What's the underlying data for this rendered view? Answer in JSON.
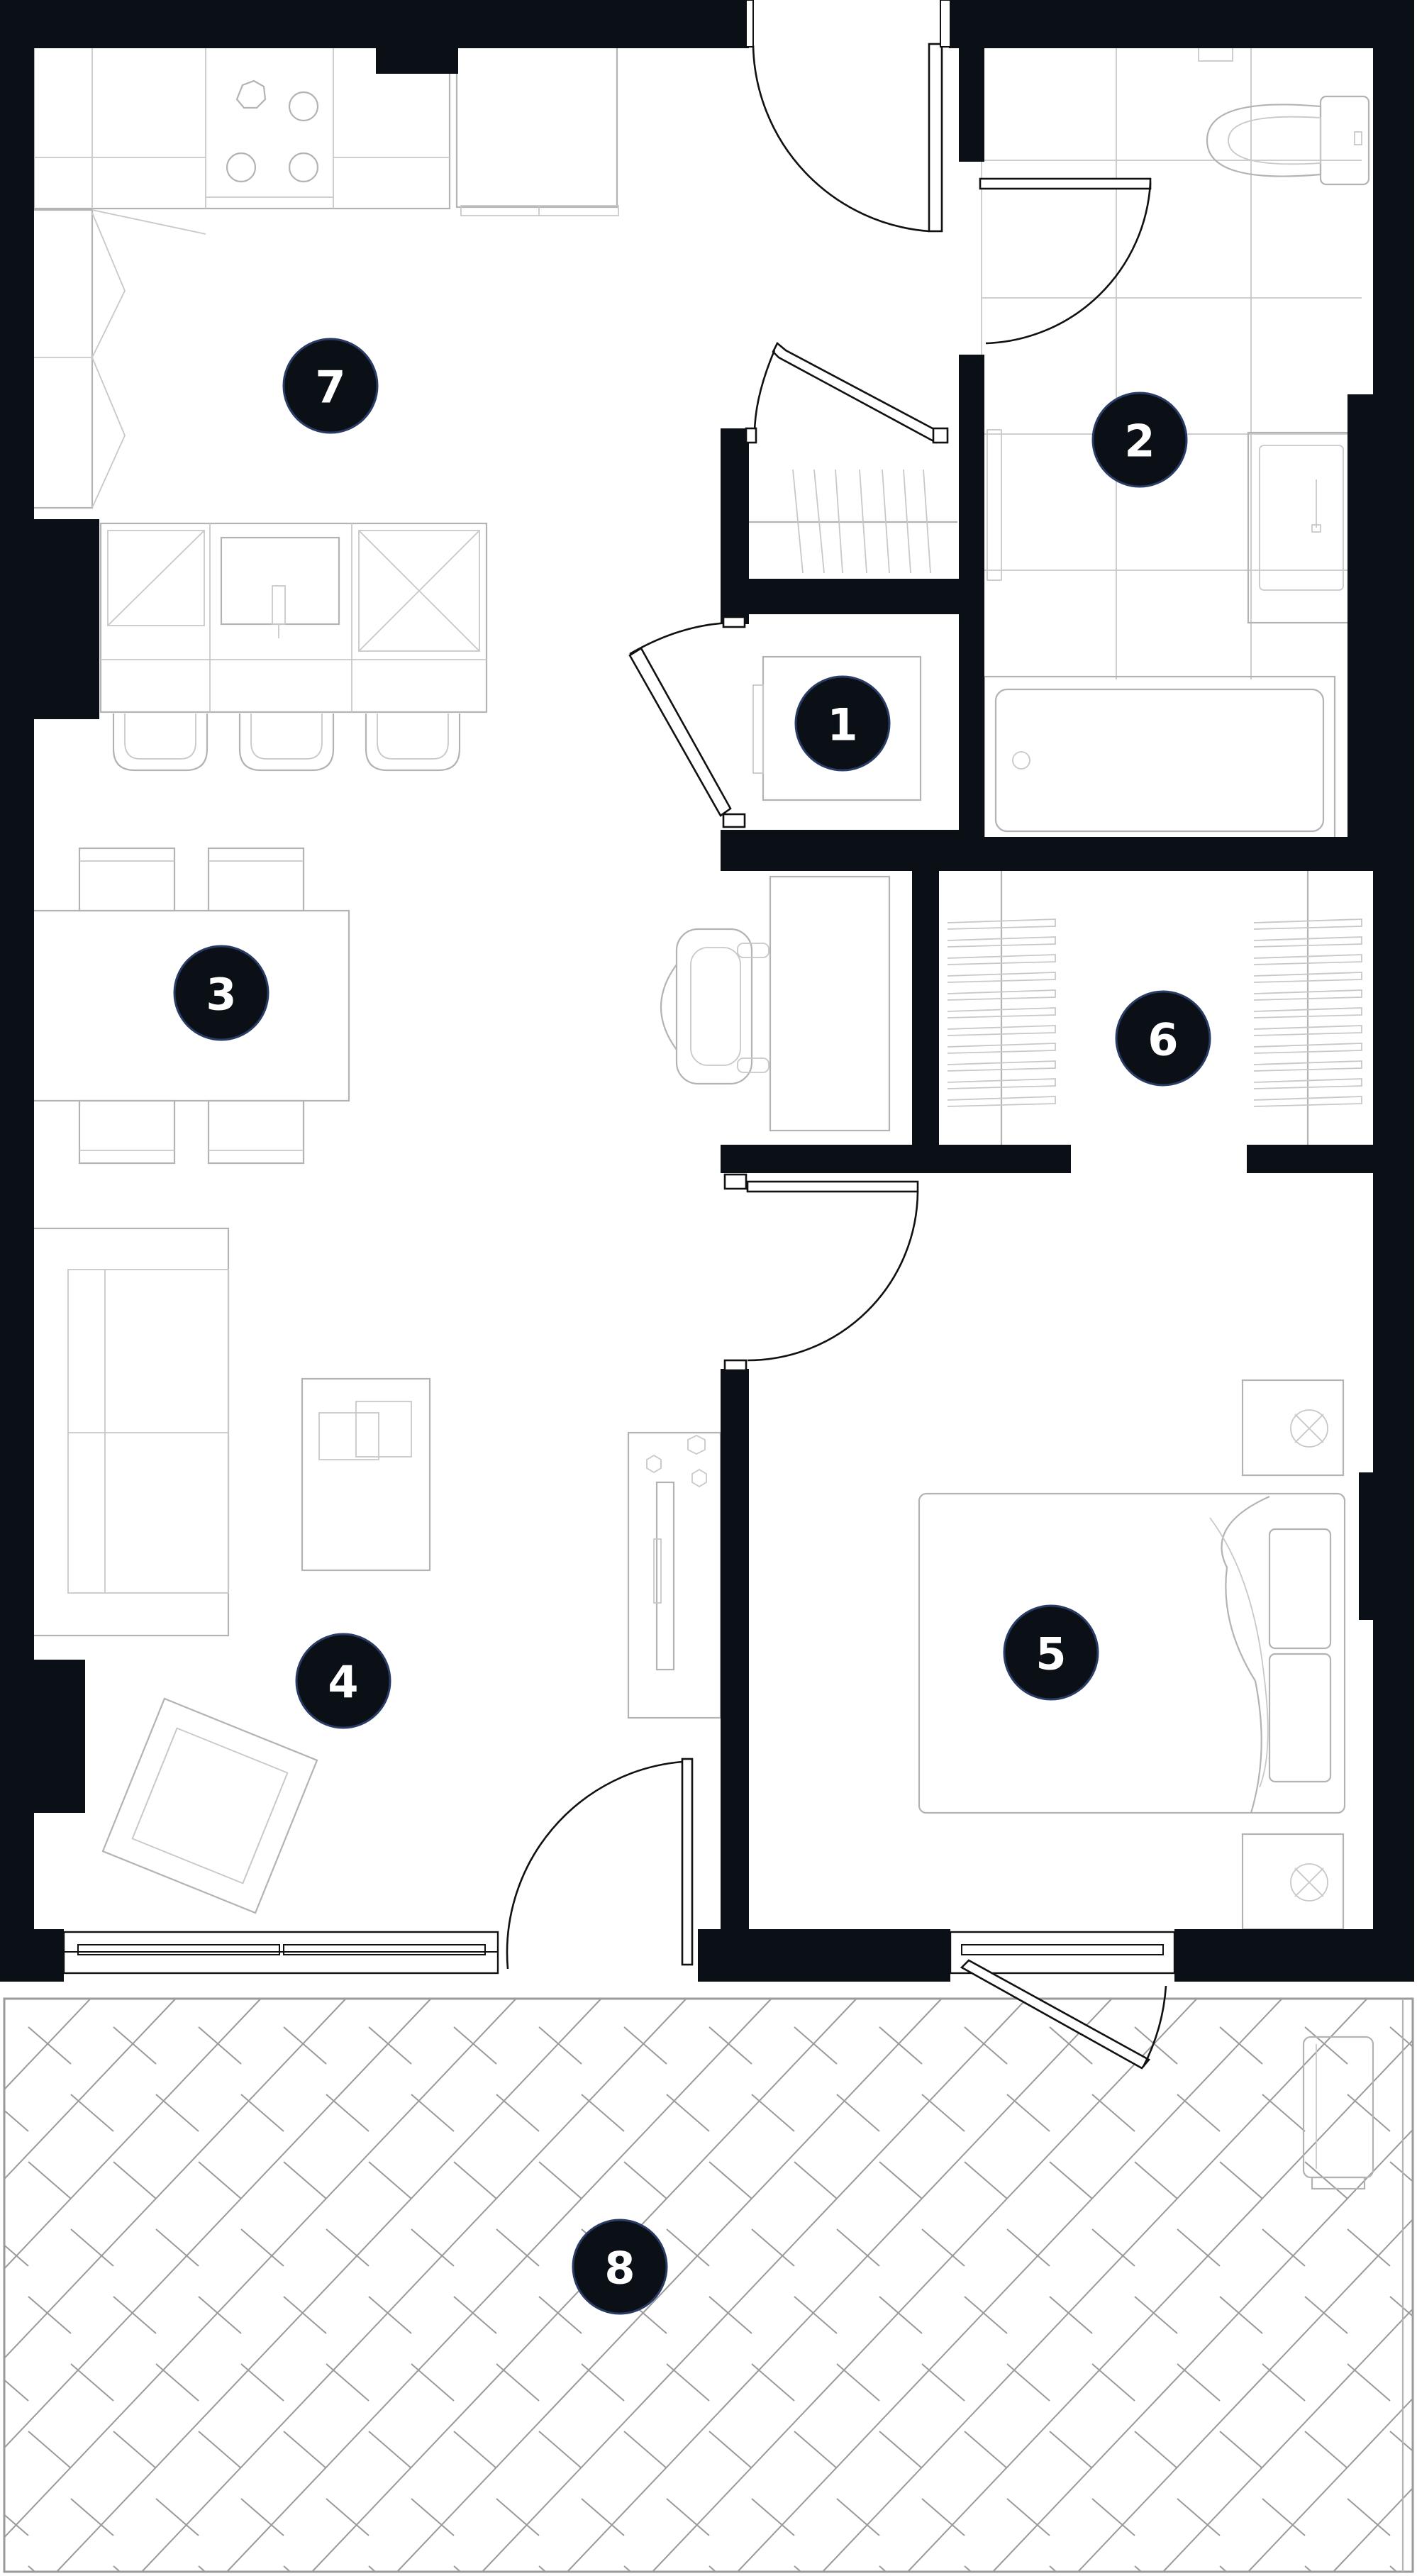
{
  "plan": {
    "wall_color": "#0a1015",
    "marker_color": "#0a1015",
    "marker_ring_color": "#2a3b66",
    "room_markers": [
      {
        "id": "1",
        "label": "1"
      },
      {
        "id": "2",
        "label": "2"
      },
      {
        "id": "3",
        "label": "3"
      },
      {
        "id": "4",
        "label": "4"
      },
      {
        "id": "5",
        "label": "5"
      },
      {
        "id": "6",
        "label": "6"
      },
      {
        "id": "7",
        "label": "7"
      },
      {
        "id": "8",
        "label": "8"
      }
    ]
  }
}
